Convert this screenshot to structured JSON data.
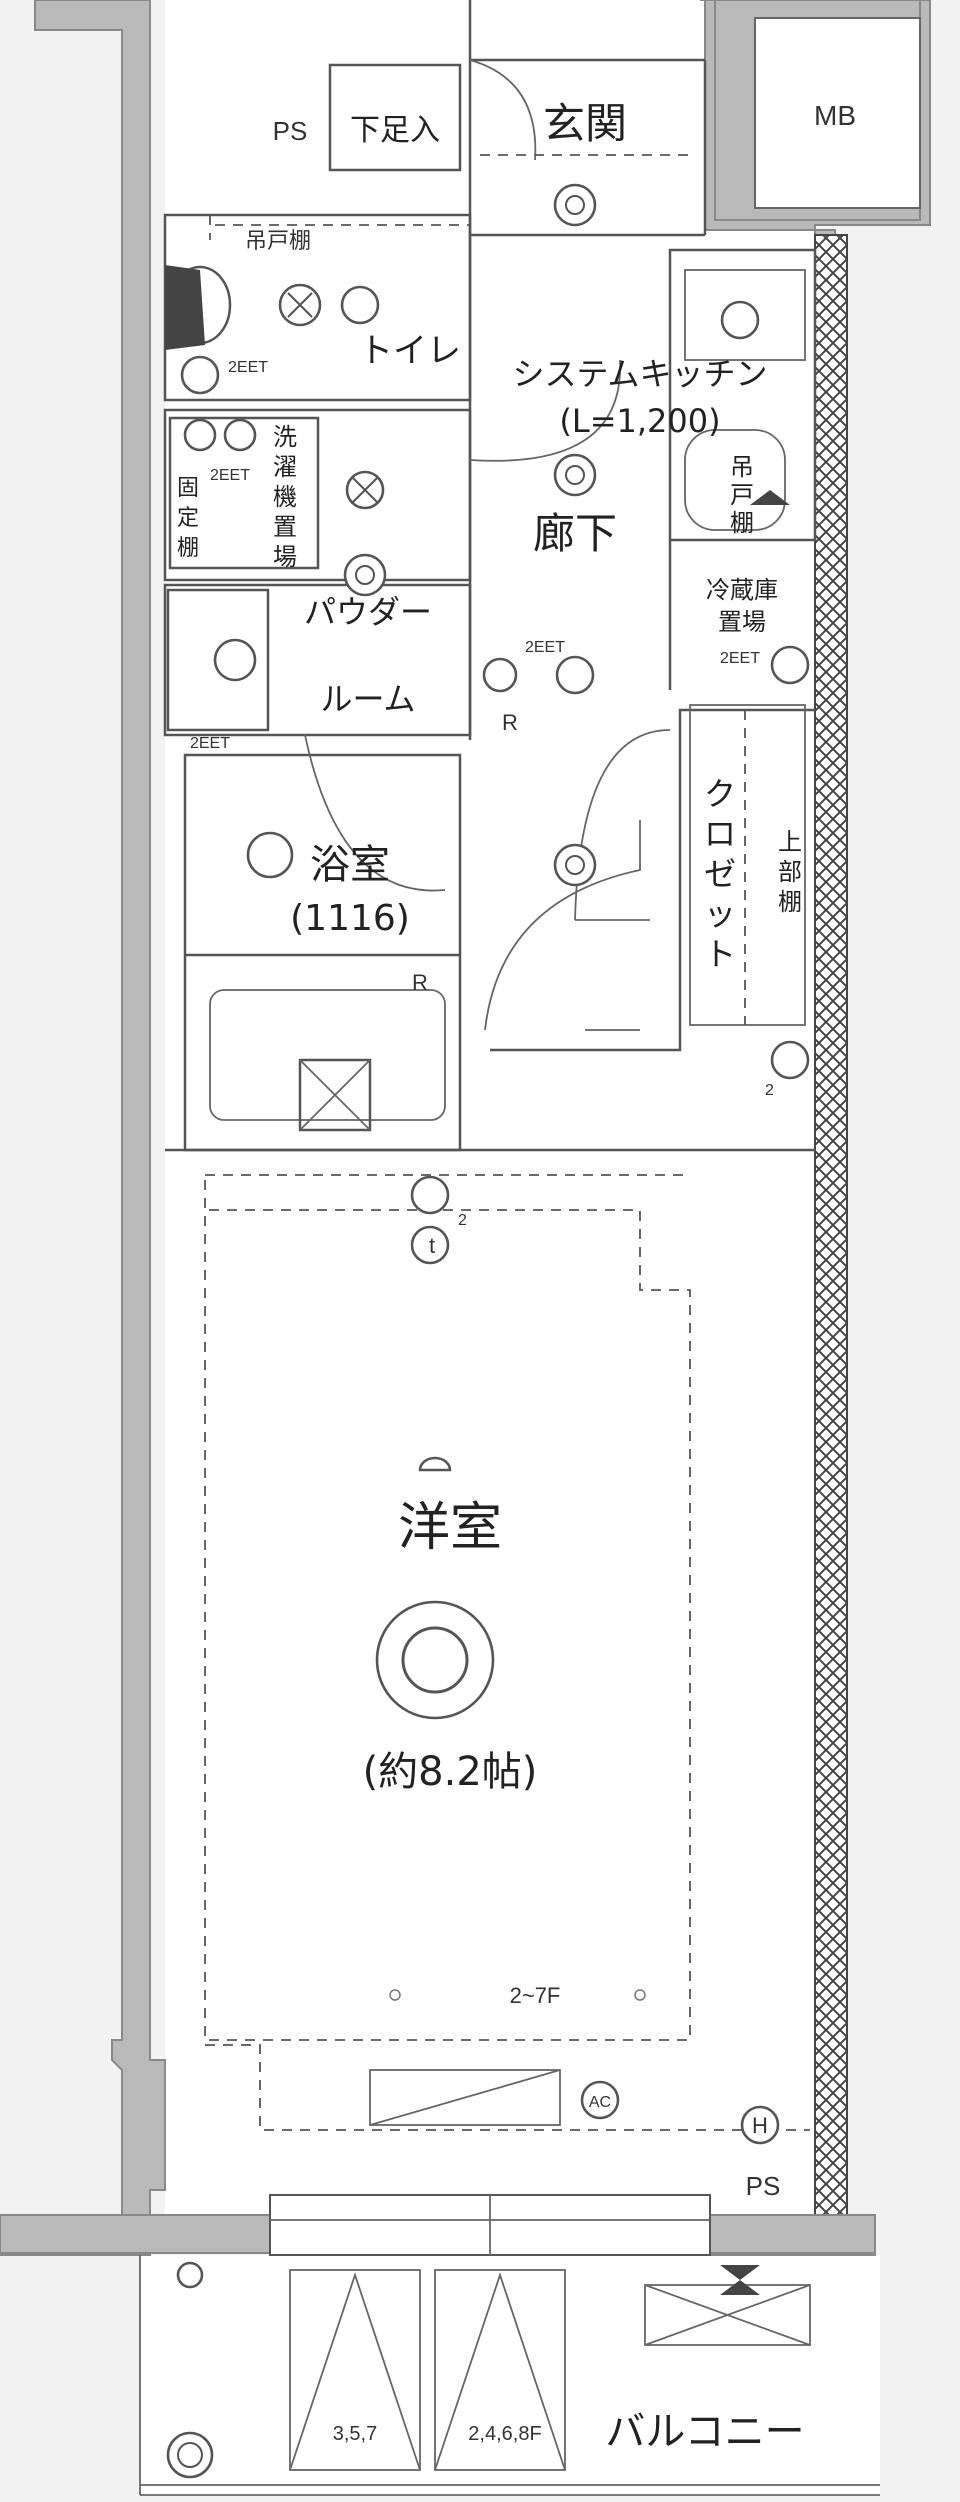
{
  "labels": {
    "ps_top": "PS",
    "shoe_storage": "下足入",
    "entrance": "玄関",
    "mb": "MB",
    "hanging_shelf": "吊戸棚",
    "toilet": "トイレ",
    "eet_toilet": "2EET",
    "kitchen": "システムキッチン",
    "kitchen_size": "(L=1,200)",
    "washer": [
      "洗",
      "濯",
      "機",
      "置",
      "場"
    ],
    "fixed_shelf": [
      "固",
      "定",
      "棚"
    ],
    "eet_washer": "2EET",
    "corridor": "廊下",
    "hanging_shelf_v": [
      "吊",
      "戸",
      "棚"
    ],
    "fridge": "冷蔵庫",
    "fridge2": "置場",
    "eet_fridge": "2EET",
    "powder1": "パウダー",
    "powder2": "ルーム",
    "eet_corridor": "2EET",
    "eet_powder": "2EET",
    "closet": [
      "ク",
      "ロ",
      "ゼ",
      "ッ",
      "ト"
    ],
    "upper_shelf": [
      "上",
      "部",
      "棚"
    ],
    "bath": "浴室",
    "bath_size": "(1116)",
    "r1": "R",
    "r2": "R",
    "two_a": "2",
    "two_b": "2",
    "t": "t",
    "western": "洋室",
    "western_size": "(約8.2帖)",
    "floors_note": "2~7F",
    "ac": "AC",
    "h": "H",
    "ps_bottom": "PS",
    "floor_a": "3,5,7",
    "floor_b": "2,4,6,8F",
    "balcony": "バルコニー"
  },
  "colors": {
    "wall": "#b9b9b9",
    "hatch": "#555555",
    "background": "#f2f2f2"
  }
}
